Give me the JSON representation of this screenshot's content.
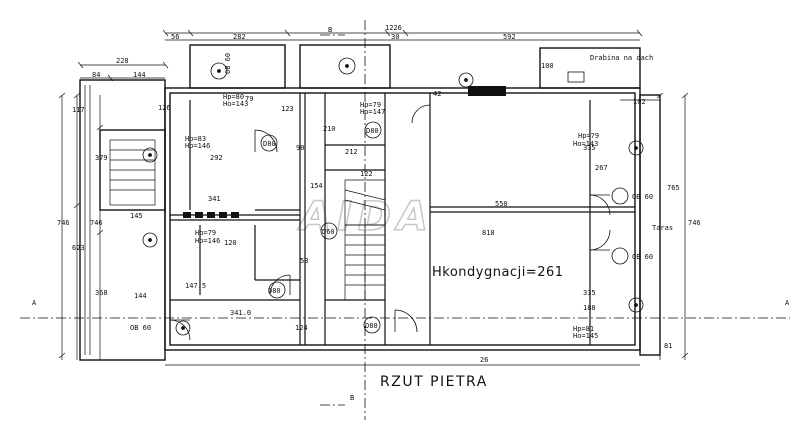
{
  "title": "RZUT PIETRA",
  "storey_height_label": "Hkondygnacji=261",
  "watermark": "AIDA",
  "section_marks": {
    "a": "A",
    "b": "B"
  },
  "notes": {
    "ladder": "Drabina na dach",
    "terrace": "Taras"
  },
  "openings": {
    "ob60": "OB 60",
    "d80": "D80",
    "d60": "D60",
    "hp80": "Hp=80",
    "ho143": "Ho=143",
    "hp79": "Hp=79",
    "ho147": "Ho=147",
    "hp83": "Hp=83",
    "ho146": "Ho=146",
    "hp81": "Hp=81",
    "ho145": "Ho=145"
  },
  "dims": {
    "d1226": "1226",
    "d56": "56",
    "d282": "282",
    "d30": "30",
    "d592": "592",
    "d228": "228",
    "d84": "84",
    "d144": "144",
    "d100": "100",
    "d102": "102",
    "d117": "117",
    "d126": "126",
    "d379": "379",
    "d746": "746",
    "d623": "623",
    "d368": "368",
    "d765": "765",
    "d79": "79",
    "d123": "123",
    "d42": "42",
    "d212": "212",
    "d122": "122",
    "d292": "292",
    "d341": "341",
    "d550": "550",
    "d818": "818",
    "d145": "145",
    "d120": "120",
    "d147": "147.5",
    "d3410": "341.0",
    "d124": "124",
    "d81": "81",
    "d335": "335",
    "d267": "267",
    "d188": "188",
    "d90": "90",
    "d154": "154",
    "d210": "210",
    "d53": "53",
    "d26": "26"
  }
}
